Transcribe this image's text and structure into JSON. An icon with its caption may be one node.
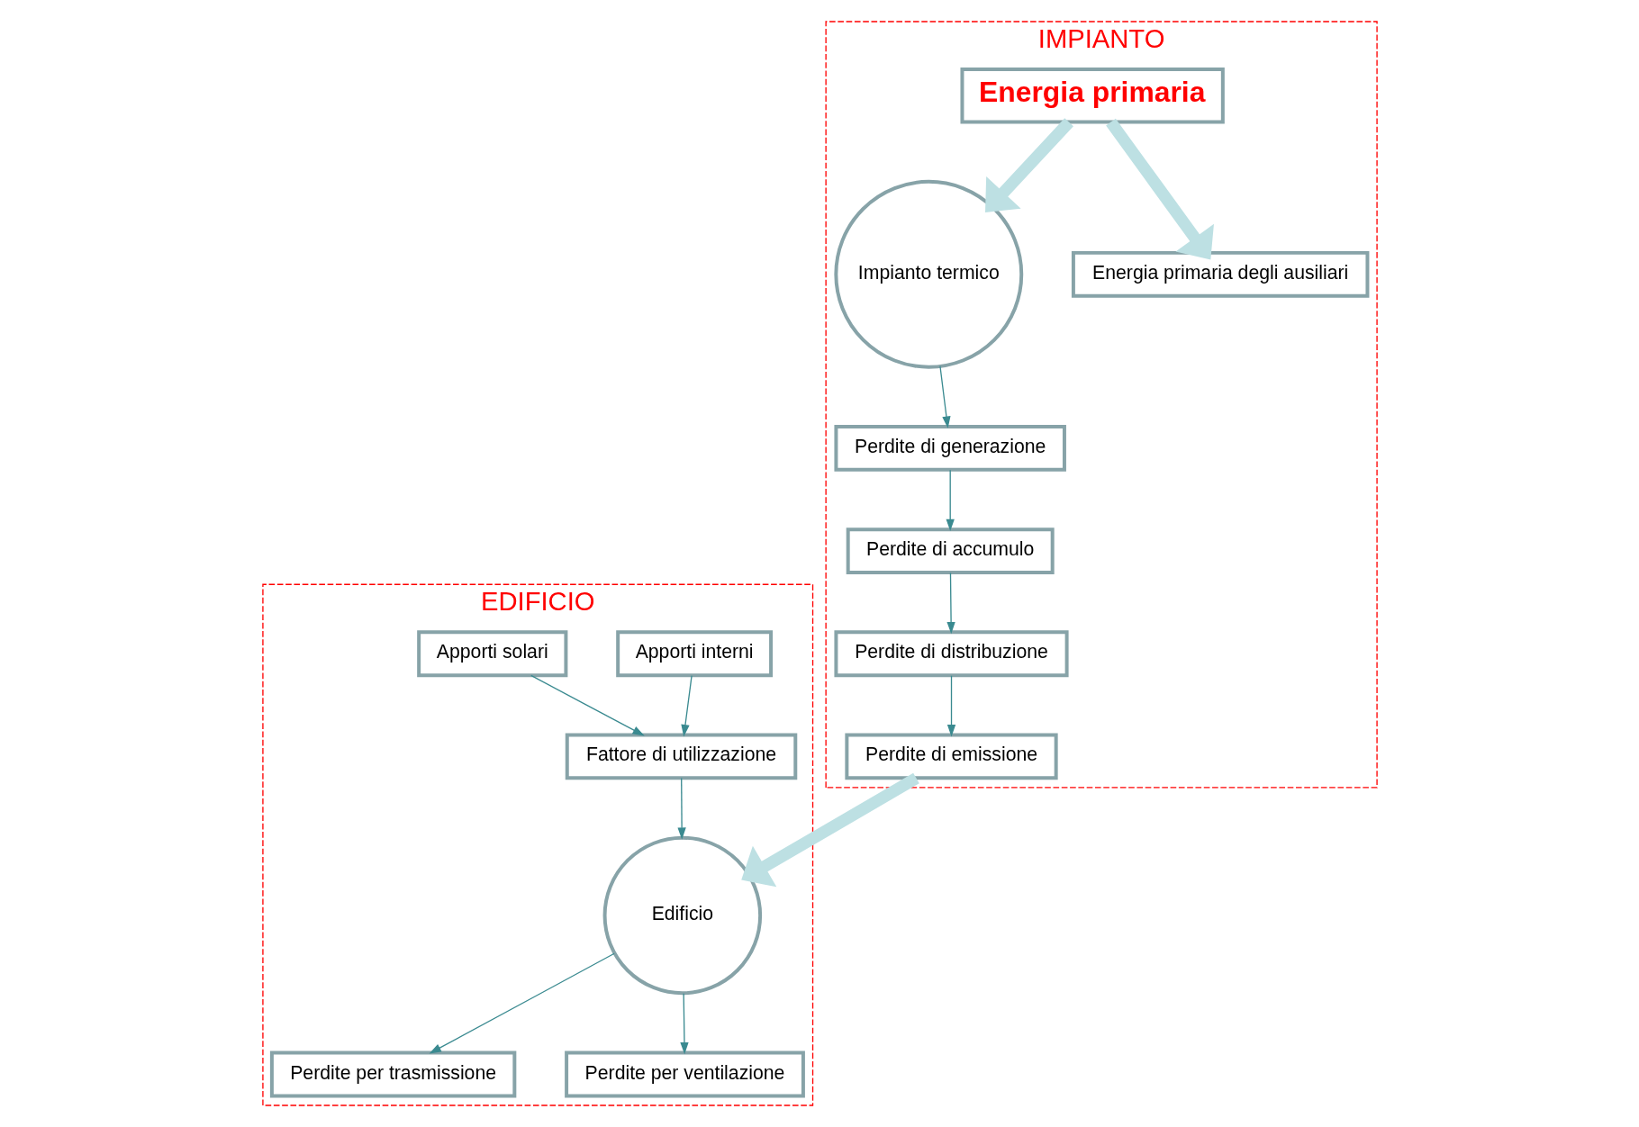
{
  "diagram": {
    "nodes": [
      {
        "text": [
          "EDIFICIO"
        ]
      },
      {
        "text": [
          "Perdite per trasmissione"
        ],
        "in": 0
      },
      {
        "text": [
          "Perdite per ventilazione"
        ],
        "in": 0
      },
      {
        "text": [
          "Apporti interni"
        ],
        "in": 0
      },
      {
        "text": [
          "Apporti solari"
        ],
        "in": 0
      },
      {
        "text": [
          "Edificio"
        ],
        "in": 0
      },
      {
        "text": [
          "Fattore di utilizzazione"
        ],
        "in": 0
      },
      {
        "text": [
          "IMPIANTO"
        ]
      },
      {
        "text": [
          "Energia primaria"
        ],
        "in": 7
      },
      {
        "text": [
          "Perdite di emissione"
        ],
        "in": 7
      },
      {
        "text": [
          "Perdite di distribuzione"
        ],
        "in": 7
      },
      {
        "text": [
          "Impianto termico"
        ],
        "in": 7
      },
      {
        "text": [
          "Perdite di accumulo"
        ],
        "in": 7
      },
      {
        "text": [
          "Perdite di generazione"
        ],
        "in": 7
      },
      {
        "text": [
          "Energia primaria degli ausiliari"
        ],
        "in": 7
      }
    ],
    "edges": [
      {
        "from": 5,
        "to": 1,
        "arrow": "to"
      },
      {
        "from": 5,
        "to": 2,
        "arrow": "to"
      },
      {
        "from": 3,
        "to": 6,
        "arrow": "to"
      },
      {
        "from": 4,
        "to": 6,
        "arrow": "to"
      },
      {
        "from": 6,
        "to": 5,
        "arrow": "to"
      },
      {
        "from": 9,
        "to": 5,
        "arrow": "to",
        "style": "thick",
        "color": "#bde0e3"
      },
      {
        "from": 8,
        "to": 11,
        "arrow": "to",
        "style": "thick",
        "color": "#bde0e3"
      },
      {
        "from": 8,
        "to": 14,
        "arrow": "to",
        "style": "thick",
        "color": "#bde0e3"
      },
      {
        "from": 10,
        "to": 9,
        "arrow": "to"
      },
      {
        "from": 12,
        "to": 10,
        "arrow": "to"
      },
      {
        "from": 13,
        "to": 12,
        "arrow": "to"
      },
      {
        "from": 11,
        "to": 13,
        "arrow": "to"
      }
    ]
  }
}
